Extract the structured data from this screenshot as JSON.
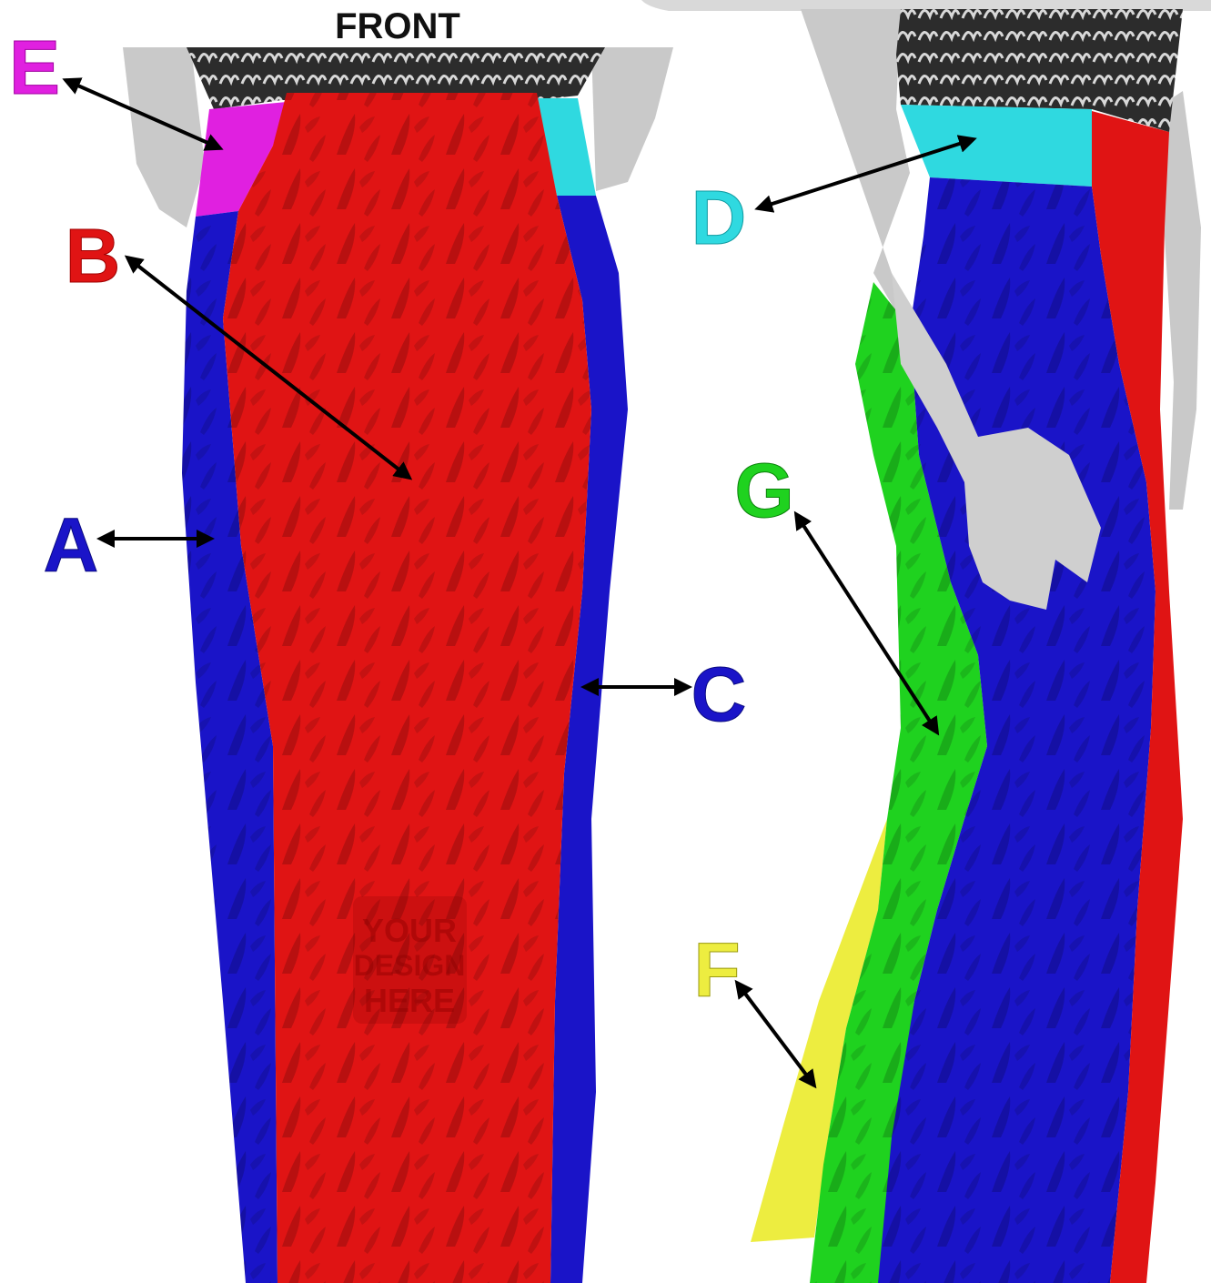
{
  "view_front_title": "FRONT",
  "panels": [
    {
      "id": "A",
      "label": "A",
      "color": "#1a14c8"
    },
    {
      "id": "B",
      "label": "B",
      "color": "#e01414"
    },
    {
      "id": "C",
      "label": "C",
      "color": "#1a14c8"
    },
    {
      "id": "D",
      "label": "D",
      "color": "#2fd9e0"
    },
    {
      "id": "E",
      "label": "E",
      "color": "#e020e0"
    },
    {
      "id": "F",
      "label": "F",
      "color": "#eded40"
    },
    {
      "id": "G",
      "label": "G",
      "color": "#1fd21f"
    }
  ],
  "watermark": {
    "line1": "YOUR",
    "line2": "DESIGN",
    "line3": "HERE"
  },
  "colors": {
    "panel_blue": "#1a14c8",
    "panel_red": "#e01414",
    "panel_cyan": "#2fd9e0",
    "panel_magenta": "#e020e0",
    "panel_yellow": "#eded40",
    "panel_green": "#1fd21f",
    "skin": "#c8c8c8",
    "top_print": "#3a3a3a",
    "arrow": "#000000"
  }
}
